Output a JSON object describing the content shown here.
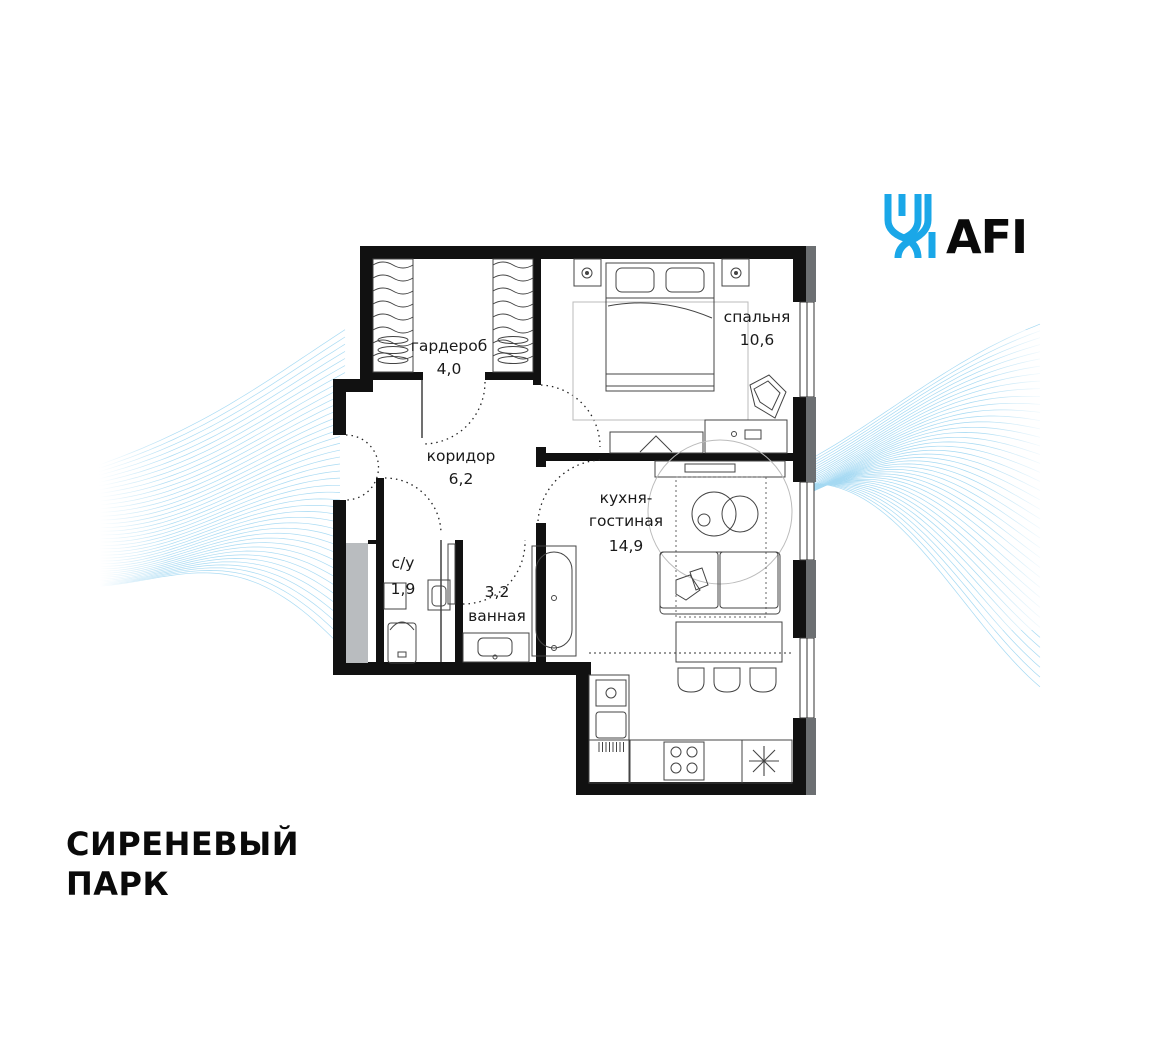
{
  "brand": {
    "logo_text": "AFI",
    "accent": "#1aa7e8",
    "wave_color": "#8fd0f0"
  },
  "project": {
    "title_line1": "СИРЕНЕВЫЙ",
    "title_line2": "ПАРК"
  },
  "rooms": {
    "wardrobe": {
      "name": "гардероб",
      "area": "4,0"
    },
    "bedroom": {
      "name": "спальня",
      "area": "10,6"
    },
    "corridor": {
      "name": "коридор",
      "area": "6,2"
    },
    "kitchen": {
      "name_line1": "кухня-",
      "name_line2": "гостиная",
      "area": "14,9"
    },
    "wc": {
      "name": "с/у",
      "area": "1,9"
    },
    "bathroom": {
      "name": "ванная",
      "area": "3,2"
    }
  }
}
